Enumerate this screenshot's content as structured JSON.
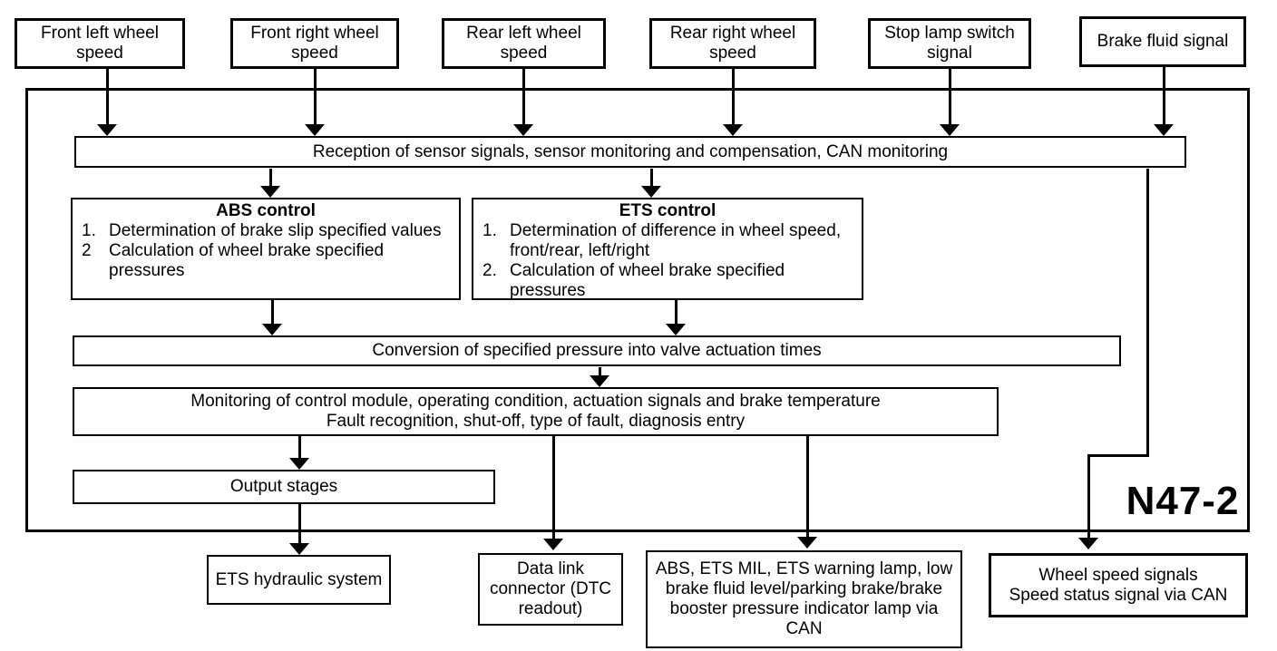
{
  "inputs": [
    {
      "label": "Front left wheel speed"
    },
    {
      "label": "Front right wheel speed"
    },
    {
      "label": "Rear left wheel speed"
    },
    {
      "label": "Rear right wheel speed"
    },
    {
      "label": "Stop lamp switch signal"
    },
    {
      "label": "Brake fluid signal"
    }
  ],
  "module": {
    "label": "N47-2",
    "reception": "Reception of sensor signals, sensor monitoring and compensation, CAN monitoring",
    "abs_control": {
      "title": "ABS control",
      "items": [
        {
          "num": "1.",
          "text": "Determination of brake slip specified values"
        },
        {
          "num": "2",
          "text": "Calculation of wheel brake specified pressures"
        }
      ]
    },
    "ets_control": {
      "title": "ETS control",
      "items": [
        {
          "num": "1.",
          "text": "Determination of difference in wheel speed, front/rear, left/right"
        },
        {
          "num": "2.",
          "text": "Calculation of wheel brake specified pressures"
        }
      ]
    },
    "conversion": "Conversion of specified pressure into valve actuation times",
    "monitoring": {
      "line1": "Monitoring of control module, operating condition, actuation signals and brake temperature",
      "line2": "Fault recognition, shut-off, type of fault, diagnosis entry"
    },
    "output_stages": "Output stages"
  },
  "outputs": [
    {
      "label": "ETS hydraulic system"
    },
    {
      "label": "Data link connector (DTC readout)"
    },
    {
      "label": "ABS, ETS MIL, ETS warning lamp, low brake fluid level/parking brake/brake booster pressure indicator lamp via CAN"
    },
    {
      "label": "Wheel speed signals\nSpeed status signal via CAN"
    }
  ],
  "colors": {
    "line": "#000000",
    "background": "#ffffff"
  }
}
